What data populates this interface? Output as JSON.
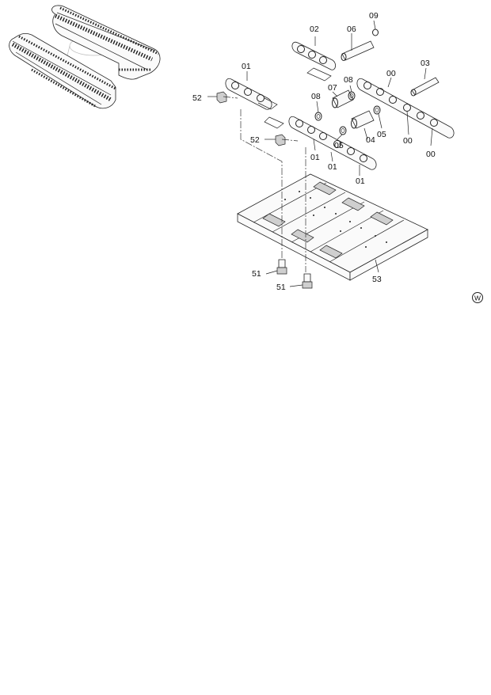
{
  "labels": {
    "l01a": "01",
    "l01b": "01",
    "l01c": "01",
    "l01d": "01",
    "l00a": "00",
    "l00b": "00",
    "l00c": "00",
    "l02": "02",
    "l03": "03",
    "l04": "04",
    "l05a": "05",
    "l05b": "05",
    "l06": "06",
    "l07": "07",
    "l08a": "08",
    "l08b": "08",
    "l09": "09",
    "l51a": "51",
    "l51b": "51",
    "l52a": "52",
    "l52b": "52",
    "l53": "53"
  },
  "variant_mark": "W"
}
